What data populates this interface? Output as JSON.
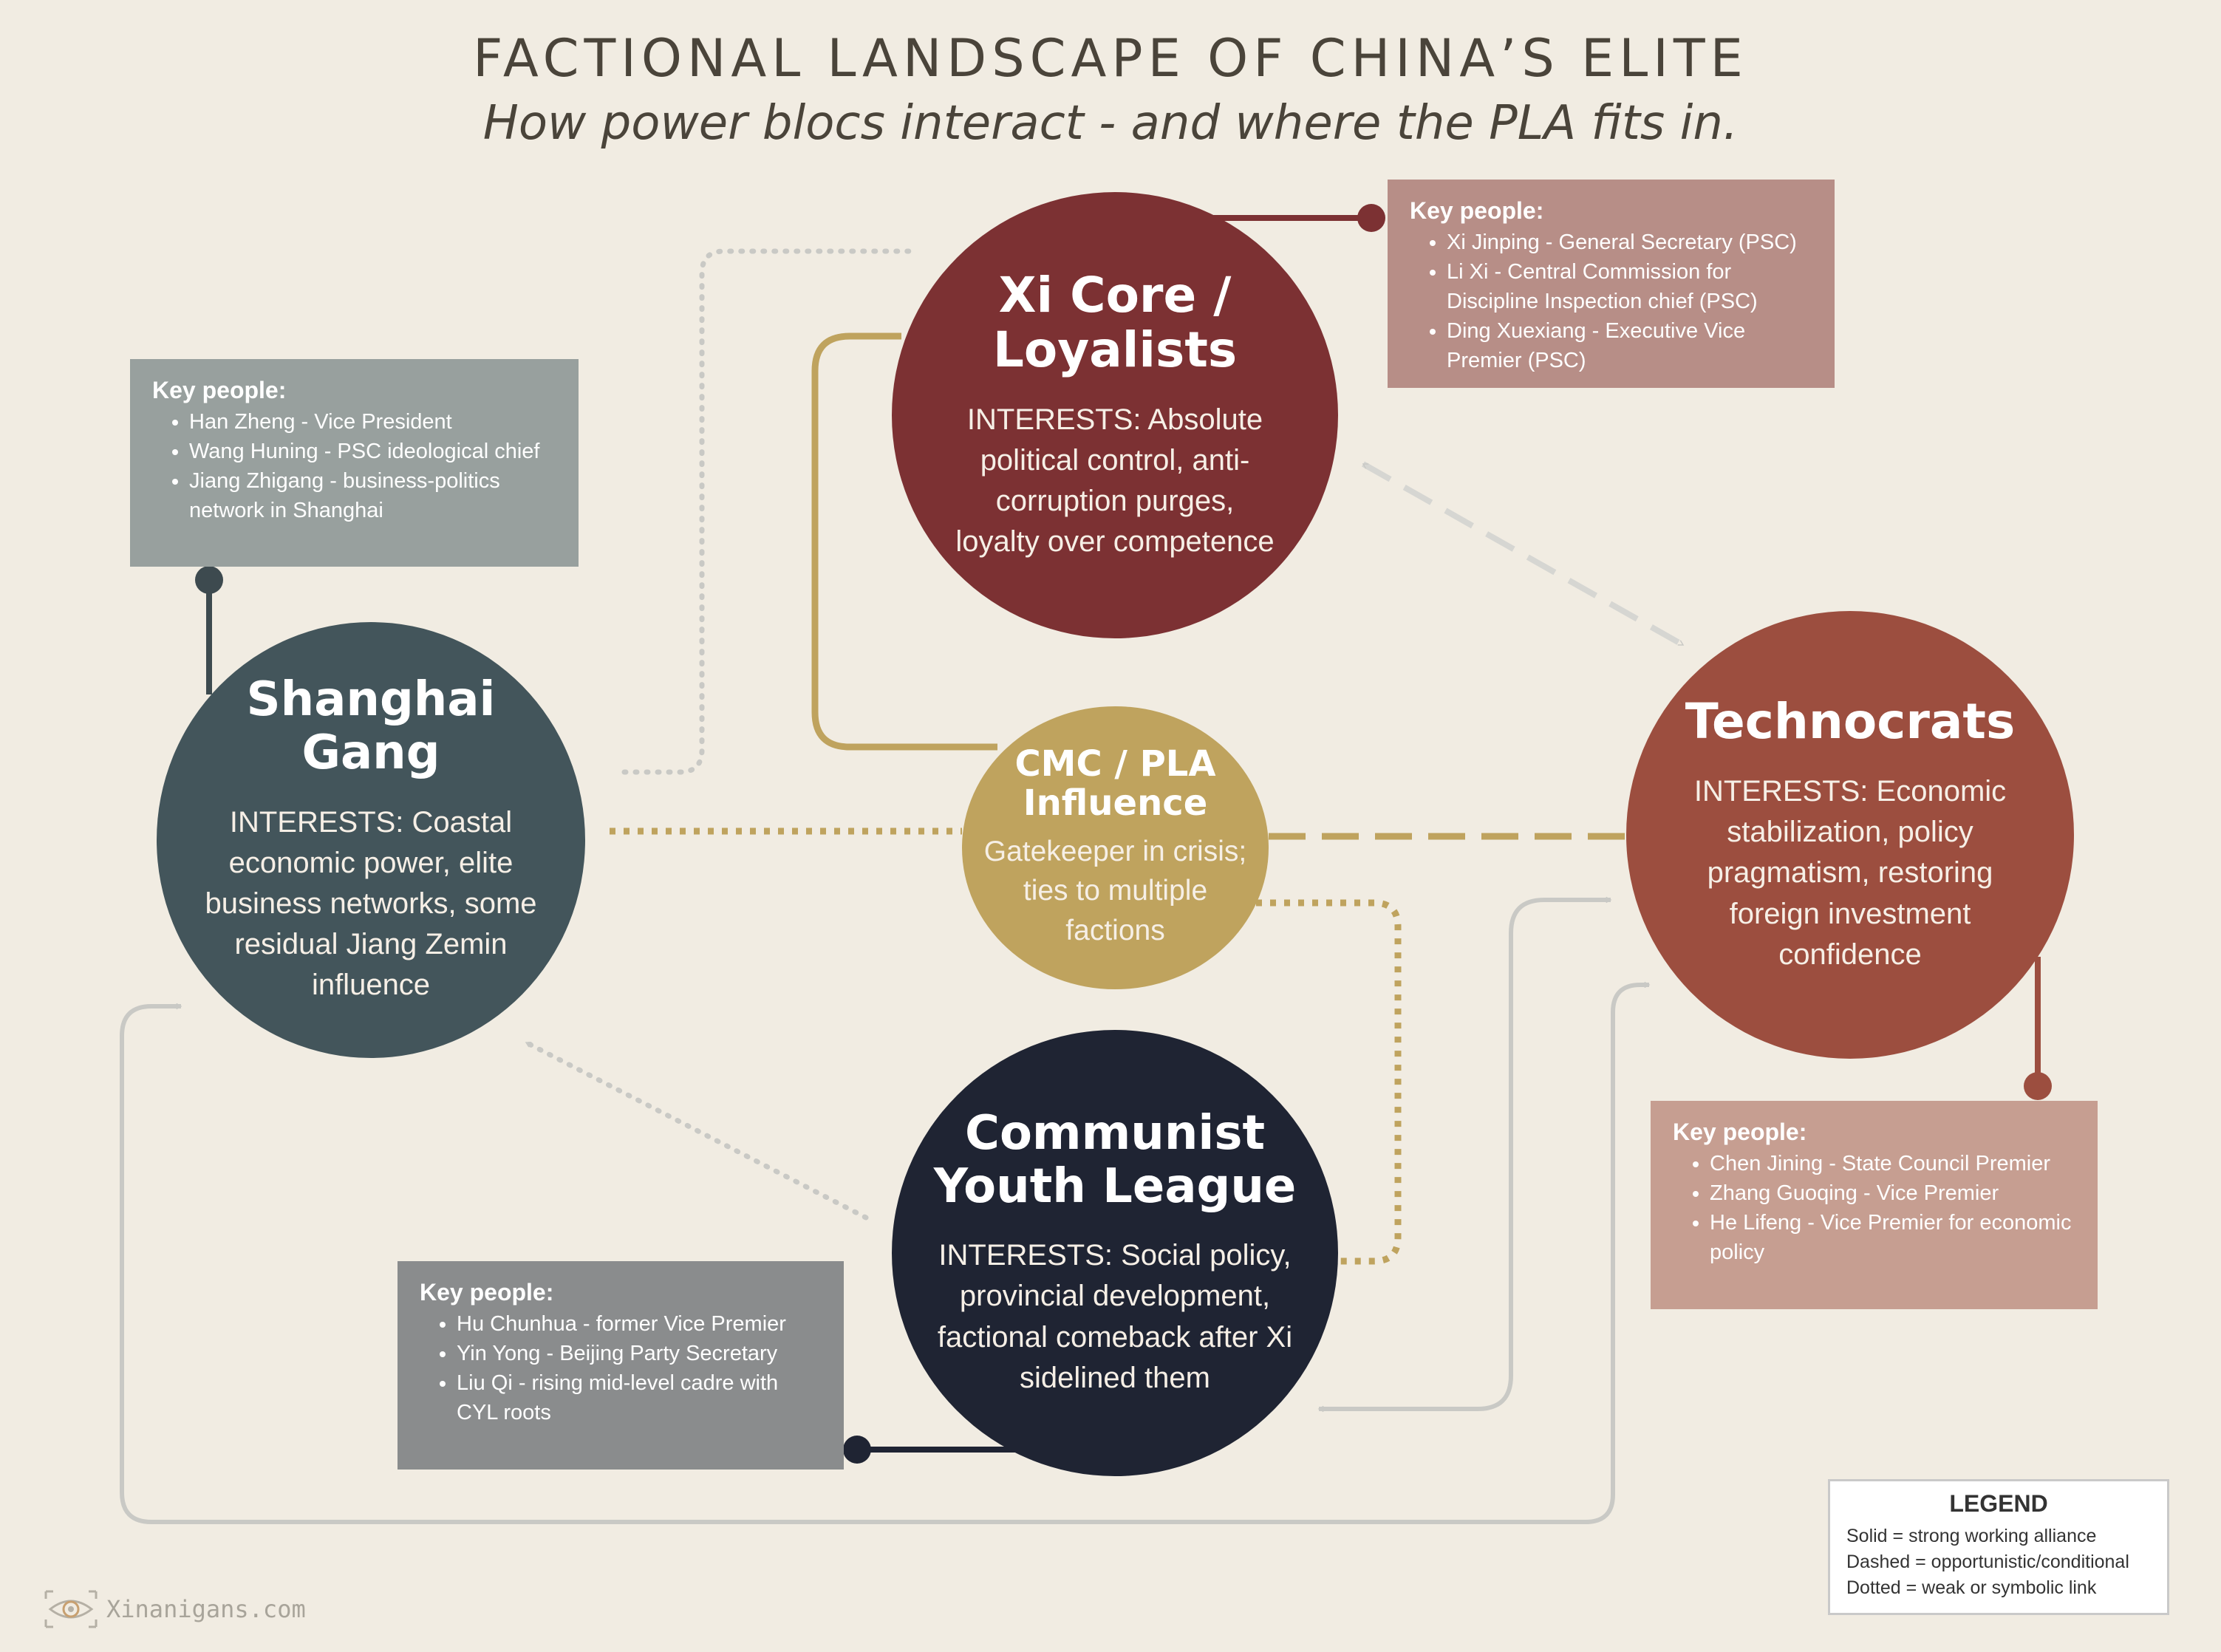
{
  "title": "FACTIONAL LANDSCAPE OF CHINA’S ELITE",
  "subtitle": "How power blocs interact - and where the PLA fits in.",
  "nodes": {
    "xi": {
      "name_line1": "Xi Core /",
      "name_line2": "Loyalists",
      "interests": "INTERESTS: Absolute political control, anti-corruption purges, loyalty over competence",
      "color": "#7c3133"
    },
    "shanghai": {
      "name_line1": "Shanghai",
      "name_line2": "Gang",
      "interests": "INTERESTS: Coastal economic power, elite business networks, some residual Jiang Zemin influence",
      "color": "#43555b"
    },
    "technocrats": {
      "name": "Technocrats",
      "interests": "INTERESTS: Economic stabilization, policy pragmatism, restoring foreign investment confidence",
      "color": "#9c4e3f"
    },
    "cyl": {
      "name_line1": "Communist",
      "name_line2": "Youth League",
      "interests": "INTERESTS: Social policy, provincial development, factional comeback after Xi sidelined them",
      "color": "#1f2433"
    },
    "cmc": {
      "name_line1": "CMC / PLA",
      "name_line2": "Influence",
      "interests": "Gatekeeper in crisis; ties to multiple factions",
      "color": "#bfa35e"
    }
  },
  "key_people": {
    "title": "Key people:",
    "xi": [
      "Xi Jinping - General Secretary (PSC)",
      "Li Xi - Central Commission for Discipline Inspection chief (PSC)",
      "Ding Xuexiang - Executive Vice Premier (PSC)"
    ],
    "shanghai": [
      "Han Zheng - Vice President",
      "Wang Huning - PSC ideological chief",
      "Jiang Zhigang - business-politics network in Shanghai"
    ],
    "technocrats": [
      "Chen Jining - State Council Premier",
      "Zhang Guoqing - Vice Premier",
      "He Lifeng - Vice Premier for economic policy"
    ],
    "cyl": [
      "Hu Chunhua - former Vice Premier",
      "Yin Yong - Beijing Party Secretary",
      "Liu Qi - rising mid-level cadre with CYL roots"
    ]
  },
  "legend": {
    "title": "LEGEND",
    "items": [
      "Solid = strong working alliance",
      "Dashed = opportunistic/conditional",
      "Dotted = weak or symbolic link"
    ]
  },
  "watermark": "Xinanigans.com",
  "colors": {
    "background": "#f1ece2",
    "gold": "#bfa35e",
    "grey_link": "#c9c9c5",
    "dark_link": "#3d4a4f"
  }
}
